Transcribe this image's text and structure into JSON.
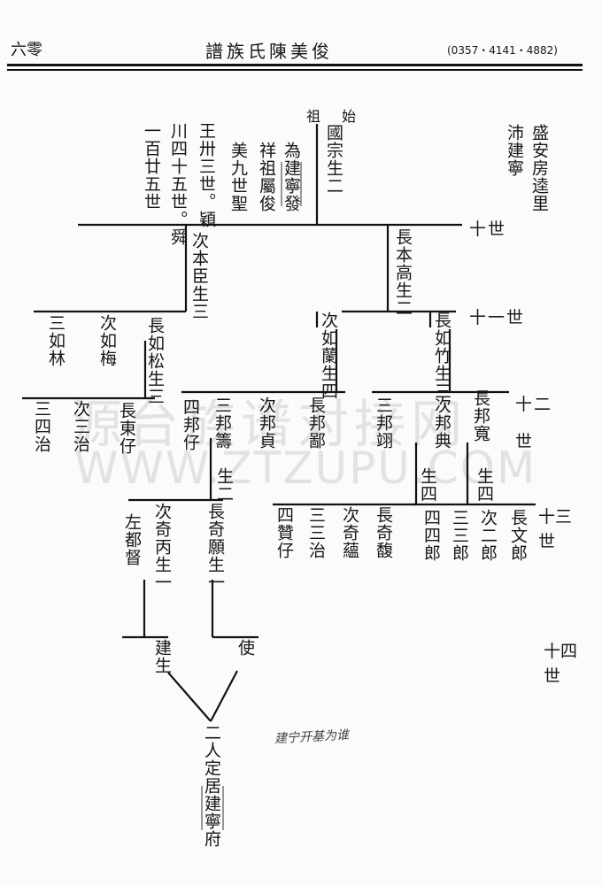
{
  "header": {
    "page_no": "六零",
    "title": "譜族氏陳美俊",
    "phone": "(0357・4141・4882)"
  },
  "origin": {
    "label": "祖　始",
    "guozong": "國宗生二",
    "note1": "為建寧發",
    "note2": "祥祖屬俊",
    "note3": "美九世聖",
    "note4": "王卅三世。穎",
    "note5": "川四十五世。舜",
    "note6": "一百廿五世"
  },
  "location": {
    "line1": "盛安房逵里",
    "line2": "沛建寧"
  },
  "generations": {
    "g10": "十世",
    "g11": "十一世",
    "g12": "十二世",
    "g13": "十三世",
    "g14": "十四世"
  },
  "gen10": {
    "changbengao": "長本高生二",
    "cibenchen": "次本臣生三"
  },
  "gen11": {
    "changrusong": "長如松生三",
    "ciruomei": "次如梅",
    "sanrulin": "三如林",
    "changruzhu": "長如竹生三",
    "cirulan": "次如蘭生四"
  },
  "gen12": {
    "changdongzai": "長東仔",
    "cisanzhi": "次三治",
    "sansizhi": "三四治",
    "changbangbi": "長邦鄙",
    "cibangzhen": "次邦貞",
    "sanbangchou": "三邦籌",
    "sibangzai": "四邦仔",
    "changbangkuan": "長邦寬",
    "cibangdian": "次邦典",
    "sanbangxu": "三邦翊",
    "sheng2": "生二",
    "sheng4a": "生四",
    "sheng4b": "生四"
  },
  "gen13": {
    "changqiyuan": "長奇願生一",
    "ciqibing": "次奇丙生一",
    "zuodudu": "左都督",
    "changqifu": "長奇馥",
    "ciqiyun": "次奇蘊",
    "sansanzhi": "三三治",
    "sizanzai": "四贊仔",
    "changwenlang": "長文郎",
    "cierlang": "次二郎",
    "sansanlang": "三三郎",
    "sisilang": "四四郎"
  },
  "gen14": {
    "jiansheng": "建生",
    "shi": "使",
    "settle": "二人定居建寧府"
  },
  "handwriting": "建宁开基为谁",
  "watermark": {
    "cn": "源台族谱对接网",
    "en": "WWW.ZTZUPU.COM"
  }
}
